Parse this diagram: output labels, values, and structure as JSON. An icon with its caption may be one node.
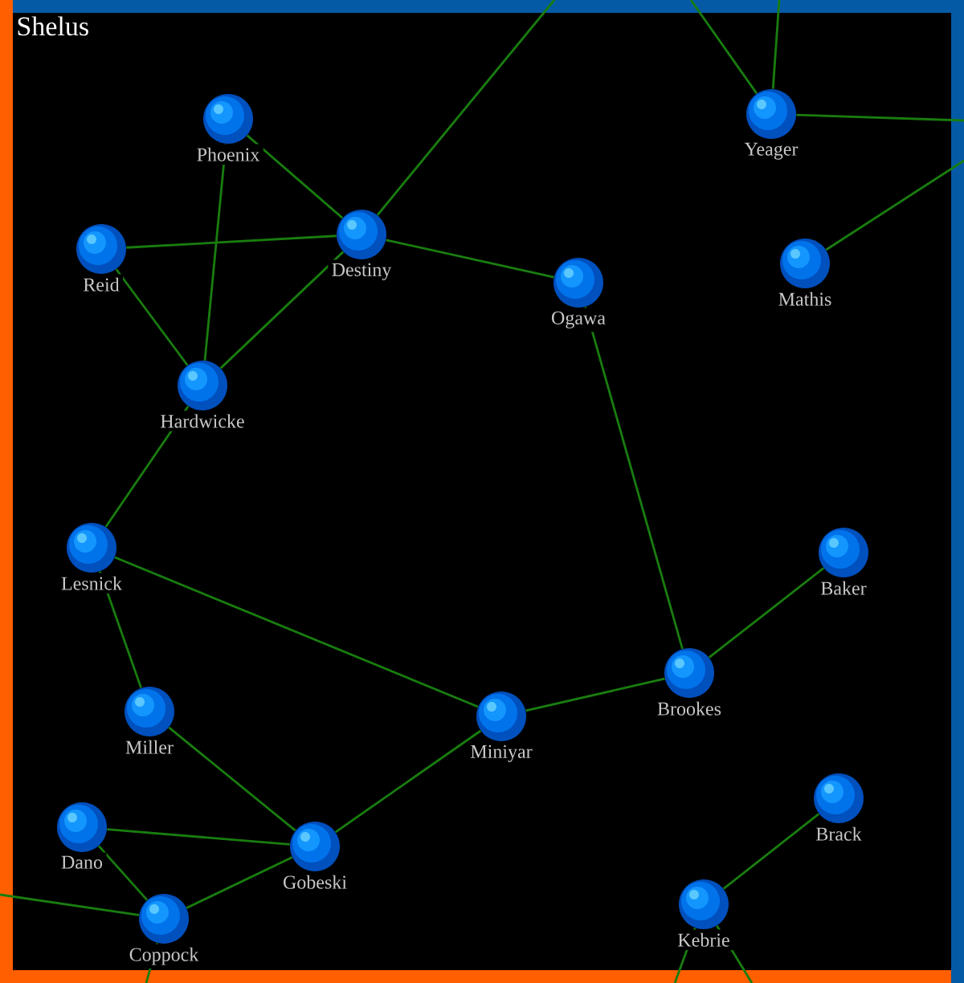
{
  "diagram": {
    "title": "Shelus",
    "nodes": [
      {
        "text": [
          "Yeager"
        ]
      },
      {
        "text": [
          "Phoenix"
        ]
      },
      {
        "text": [
          "Destiny"
        ]
      },
      {
        "text": [
          "Reid"
        ]
      },
      {
        "text": [
          "Mathis"
        ]
      },
      {
        "text": [
          "Ogawa"
        ]
      },
      {
        "text": [
          "Hardwicke"
        ]
      },
      {
        "text": [
          "Lesnick"
        ]
      },
      {
        "text": [
          "Baker"
        ]
      },
      {
        "text": [
          "Brookes"
        ]
      },
      {
        "text": [
          "Miller"
        ]
      },
      {
        "text": [
          "Miniyar"
        ]
      },
      {
        "text": [
          "Brack"
        ]
      },
      {
        "text": [
          "Dano"
        ]
      },
      {
        "text": [
          "Gobeski"
        ]
      },
      {
        "text": [
          "Kebrie"
        ]
      },
      {
        "text": [
          "Coppock"
        ]
      }
    ],
    "edges": [
      {
        "from": 1,
        "to": 2,
        "arrow": "none"
      },
      {
        "from": 1,
        "to": 6,
        "arrow": "none"
      },
      {
        "from": 3,
        "to": 2,
        "arrow": "none"
      },
      {
        "from": 3,
        "to": 6,
        "arrow": "none"
      },
      {
        "from": 2,
        "to": 6,
        "arrow": "none"
      },
      {
        "from": 2,
        "to": 5,
        "arrow": "none"
      },
      {
        "from": 2,
        "to": null,
        "arrow": "none"
      },
      {
        "from": 0,
        "to": null,
        "arrow": "none"
      },
      {
        "from": 0,
        "to": null,
        "arrow": "none"
      },
      {
        "from": 0,
        "to": null,
        "arrow": "none"
      },
      {
        "from": 4,
        "to": null,
        "arrow": "none"
      },
      {
        "from": 5,
        "to": 9,
        "arrow": "none"
      },
      {
        "from": 6,
        "to": 7,
        "arrow": "none"
      },
      {
        "from": 7,
        "to": 10,
        "arrow": "none"
      },
      {
        "from": 7,
        "to": 11,
        "arrow": "none"
      },
      {
        "from": 11,
        "to": 9,
        "arrow": "none"
      },
      {
        "from": 9,
        "to": 8,
        "arrow": "none"
      },
      {
        "from": 10,
        "to": 14,
        "arrow": "none"
      },
      {
        "from": 11,
        "to": 14,
        "arrow": "none"
      },
      {
        "from": 13,
        "to": 14,
        "arrow": "none"
      },
      {
        "from": 13,
        "to": 16,
        "arrow": "none"
      },
      {
        "from": 14,
        "to": 16,
        "arrow": "none"
      },
      {
        "from": 16,
        "to": null,
        "arrow": "none"
      },
      {
        "from": 16,
        "to": null,
        "arrow": "none"
      },
      {
        "from": 15,
        "to": 12,
        "arrow": "none"
      },
      {
        "from": 15,
        "to": null,
        "arrow": "none"
      },
      {
        "from": 15,
        "to": null,
        "arrow": "none"
      }
    ]
  }
}
